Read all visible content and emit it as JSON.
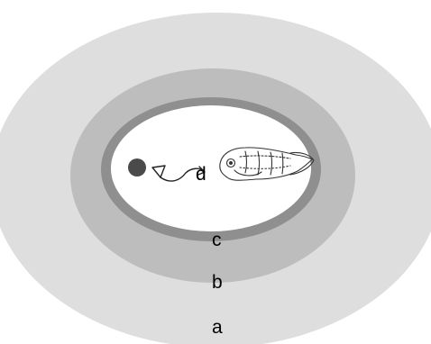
{
  "labels": {
    "a": "a",
    "b": "b",
    "c": "c",
    "d": "d"
  },
  "colors": {
    "outer_ring": "#dedede",
    "middle_ring": "#bdbdbd",
    "inner_ring": "#8f8f8f",
    "core": "#ffffff",
    "dot": "#4a4a4a",
    "arrow": "#222222",
    "larva": "#333333"
  }
}
